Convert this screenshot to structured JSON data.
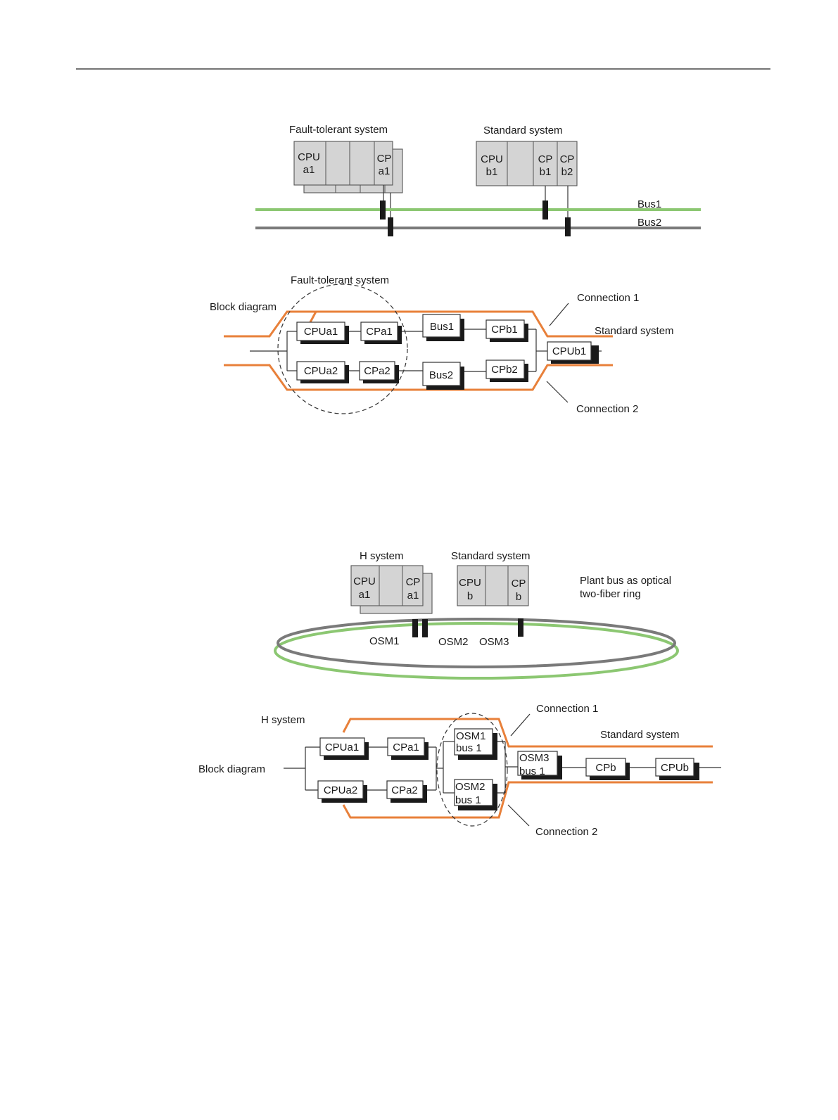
{
  "colors": {
    "bus1": "#8cc772",
    "bus2": "#7a7a7a",
    "connection": "#e8803a",
    "rack": "#d4d4d4",
    "text": "#1a1a1a"
  },
  "fig1": {
    "title_ft": "Fault-tolerant system",
    "title_std": "Standard system",
    "cpu_a1": [
      "CPU",
      "a1"
    ],
    "cp_a1": [
      "CP",
      "a1"
    ],
    "cpu_b1": [
      "CPU",
      "b1"
    ],
    "cp_b1": [
      "CP",
      "b1"
    ],
    "cp_b2": [
      "CP",
      "b2"
    ],
    "bus1": "Bus1",
    "bus2": "Bus2"
  },
  "fig2": {
    "title_ft": "Fault-tolerant system",
    "block_diagram": "Block diagram",
    "connection1": "Connection 1",
    "connection2": "Connection 2",
    "standard_system": "Standard system",
    "blocks": {
      "cpua1": "CPUa1",
      "cpa1": "CPa1",
      "cpua2": "CPUa2",
      "cpa2": "CPa2",
      "bus1": "Bus1",
      "bus2": "Bus2",
      "cpb1": "CPb1",
      "cpb2": "CPb2",
      "cpub1": "CPUb1"
    }
  },
  "fig3": {
    "title_h": "H system",
    "title_std": "Standard system",
    "cpu_a1": [
      "CPU",
      "a1"
    ],
    "cp_a1": [
      "CP",
      "a1"
    ],
    "cpu_b": [
      "CPU",
      "b"
    ],
    "cp_b": [
      "CP",
      "b"
    ],
    "ring_note": [
      "Plant bus as optical",
      "two-fiber ring"
    ],
    "osm1": "OSM1",
    "osm2": "OSM2",
    "osm3": "OSM3"
  },
  "fig4": {
    "title_h": "H system",
    "block_diagram": "Block diagram",
    "connection1": "Connection 1",
    "connection2": "Connection 2",
    "standard_system": "Standard system",
    "blocks": {
      "cpua1": "CPUa1",
      "cpa1": "CPa1",
      "cpua2": "CPUa2",
      "cpa2": "CPa2",
      "osm1": [
        "OSM1",
        "bus 1"
      ],
      "osm2": [
        "OSM2",
        "bus 1"
      ],
      "osm3": [
        "OSM3",
        "bus 1"
      ],
      "cpb": "CPb",
      "cpub": "CPUb"
    }
  }
}
